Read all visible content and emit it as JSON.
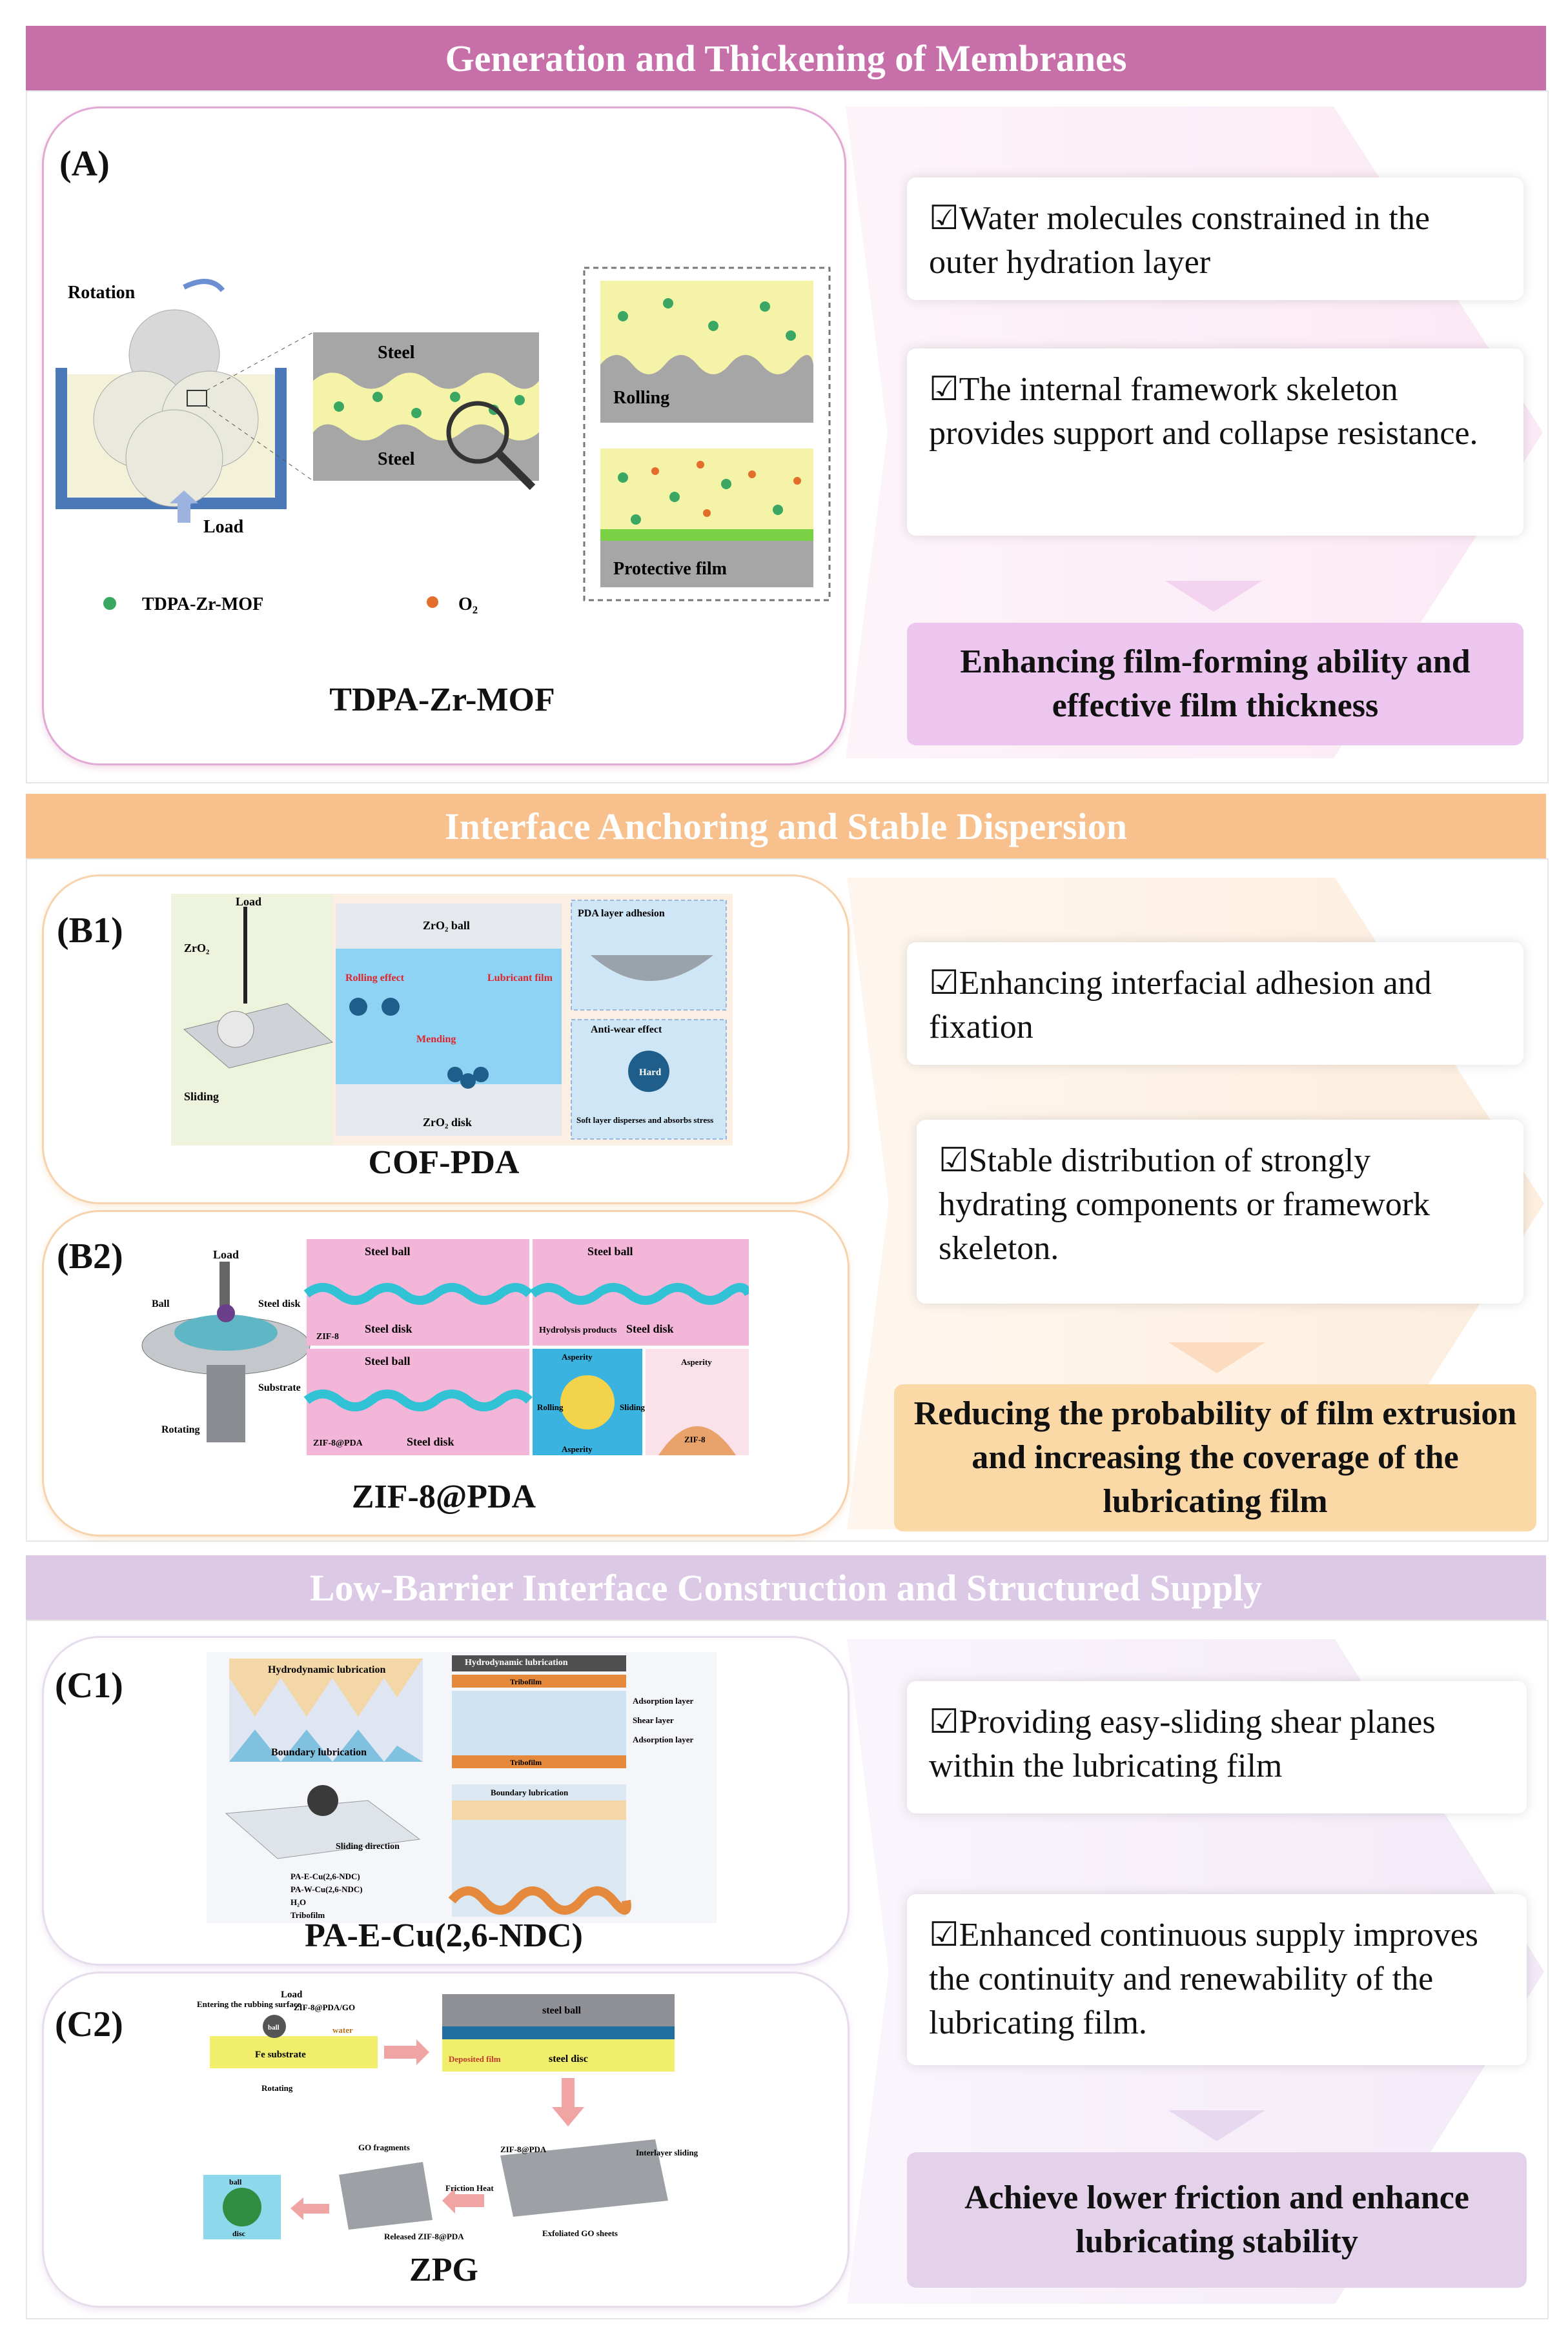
{
  "sectionA": {
    "header": "Generation and Thickening of Membranes",
    "label": "(A)",
    "caption": "TDPA-Zr-MOF",
    "figure": {
      "rotation": "Rotation",
      "load": "Load",
      "steel_top": "Steel",
      "steel_bottom": "Steel",
      "rolling": "Rolling",
      "protective": "Protective film",
      "legend_mof": "TDPA-Zr-MOF",
      "legend_o2": "O₂"
    },
    "bullets": [
      "☑Water molecules constrained in the outer hydration layer",
      "☑The internal framework skeleton provides support and collapse resistance."
    ],
    "summary": "Enhancing film-forming ability and effective film thickness"
  },
  "sectionB": {
    "header": "Interface Anchoring and Stable Dispersion",
    "b1": {
      "label": "(B1)",
      "caption": "COF-PDA",
      "figure": {
        "load": "Load",
        "zro2_left": "ZrO₂",
        "sliding": "Sliding",
        "zro2_ball": "ZrO₂ ball",
        "rolling_effect": "Rolling effect",
        "lubricant_film": "Lubricant film",
        "mending": "Mending",
        "zro2_disk": "ZrO₂ disk",
        "pda_adhesion": "PDA layer adhesion",
        "anti_wear": "Anti-wear effect",
        "hard": "Hard",
        "soft_layer": "Soft layer disperses and absorbs stress"
      }
    },
    "b2": {
      "label": "(B2)",
      "caption": "ZIF-8@PDA",
      "figure": {
        "load": "Load",
        "ball": "Ball",
        "steel_disk": "Steel disk",
        "substrate": "Substrate",
        "rotating": "Rotating",
        "steel_ball_1": "Steel ball",
        "steel_disk_1": "Steel disk",
        "zif8": "ZIF-8",
        "steel_ball_2": "Steel ball",
        "hydrolysis": "Hydrolysis products",
        "steel_disk_2": "Steel disk",
        "steel_ball_3": "Steel ball",
        "zif8pda": "ZIF-8@PDA",
        "steel_disk_3": "Steel disk",
        "asperity_top": "Asperity",
        "asperity_bottom": "Asperity",
        "rolling": "Rolling",
        "sliding": "Sliding",
        "asperity_right": "Asperity",
        "zif8_right": "ZIF-8"
      }
    },
    "bullets": [
      "☑Enhancing interfacial adhesion and fixation",
      "☑Stable distribution of strongly hydrating components or framework skeleton."
    ],
    "summary": "Reducing the probability of film extrusion and increasing the coverage of the lubricating film"
  },
  "sectionC": {
    "header": "Low-Barrier Interface Construction and Structured Supply",
    "c1": {
      "label": "(C1)",
      "caption": "PA-E-Cu(2,6-NDC)",
      "figure": {
        "hydro_left": "Hydrodynamic lubrication",
        "boundary_left": "Boundary lubrication",
        "sliding_direction": "Sliding direction",
        "legend1": "PA-E-Cu(2,6-NDC)",
        "legend2": "PA-W-Cu(2,6-NDC)",
        "legend3": "H₂O",
        "legend4": "Tribofilm",
        "hydro_right": "Hydrodynamic lubrication",
        "tribofilm_top": "Tribofilm",
        "adsorption_1": "Adsorption layer",
        "shear": "Shear layer",
        "adsorption_2": "Adsorption layer",
        "tribofilm_bottom": "Tribofilm",
        "boundary_right": "Boundary lubrication"
      }
    },
    "c2": {
      "label": "(C2)",
      "caption": "ZPG",
      "figure": {
        "load": "Load",
        "entering": "Entering the rubbing surface",
        "ball": "ball",
        "zif_pda_go": "ZIF-8@PDA/GO",
        "water": "water",
        "fe_substrate": "Fe substrate",
        "rotating": "Rotating",
        "steel_ball": "steel ball",
        "deposited": "Deposited film",
        "steel_disc": "steel disc",
        "zif_pda": "ZIF-8@PDA",
        "interlayer": "Interlayer sliding",
        "exfoliated": "Exfoliated GO sheets",
        "go_fragments": "GO fragments",
        "friction_heat": "Friction Heat",
        "released": "Released ZIF-8@PDA",
        "ball_small": "ball",
        "disc_small": "disc"
      }
    },
    "bullets": [
      "☑Providing easy-sliding shear planes within the lubricating film",
      "☑Enhanced continuous supply improves the continuity and renewability of the lubricating film."
    ],
    "summary": "Achieve lower friction and enhance lubricating stability"
  },
  "colors": {
    "headerA": "#c76fa8",
    "headerB": "#f7c08c",
    "headerC": "#dcc9e6",
    "summaryA": "#ecc6ee",
    "summaryB": "#fbd9a6",
    "summaryC": "#e3d2ea"
  }
}
